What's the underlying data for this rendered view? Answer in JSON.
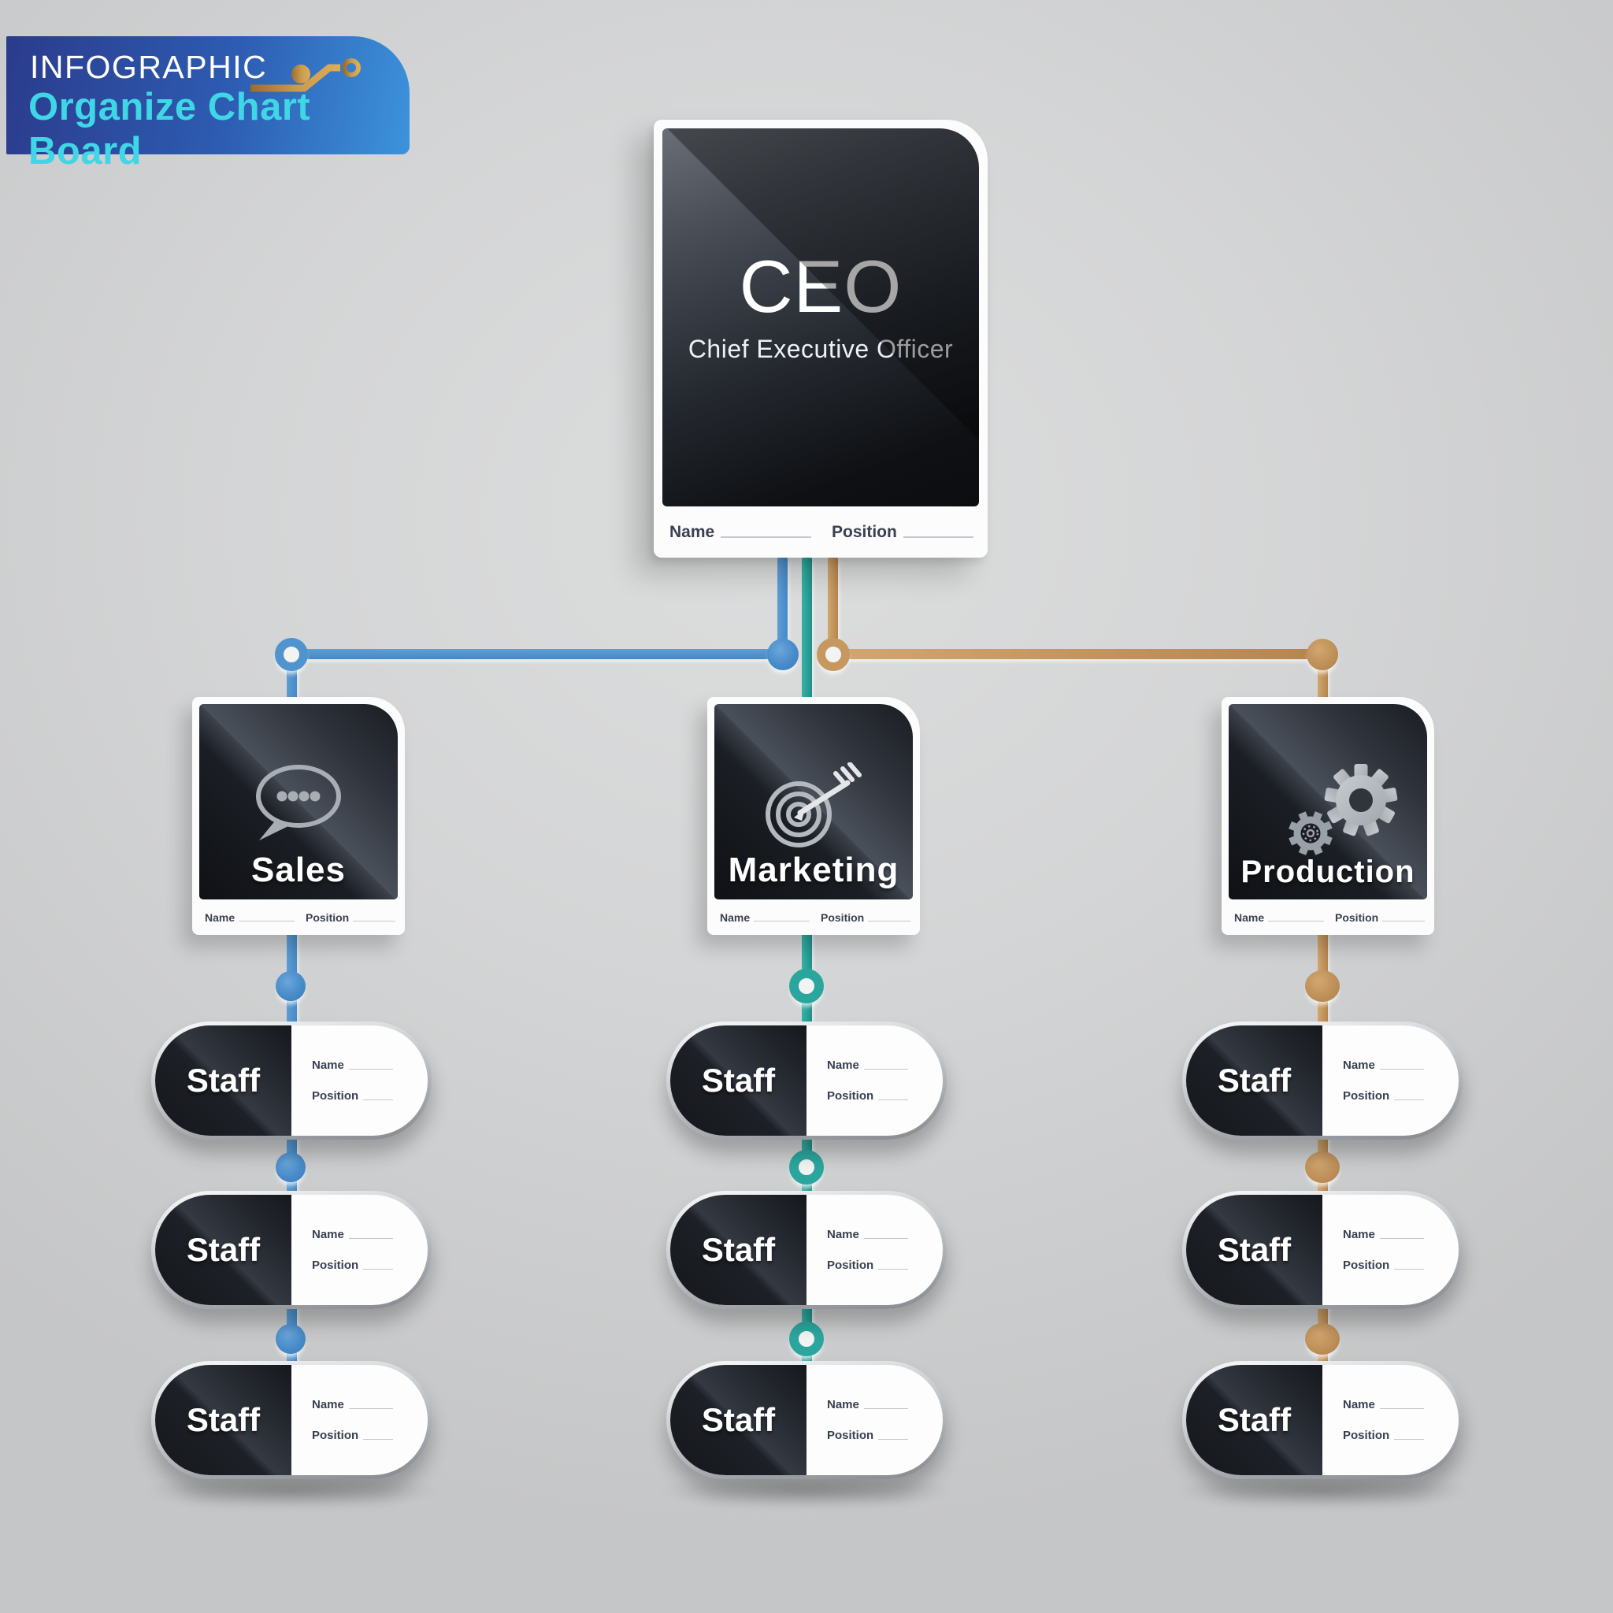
{
  "header_badge": {
    "title": "INFOGRAPHIC",
    "subtitle": "Organize Chart Board"
  },
  "ceo_card": {
    "title": "CEO",
    "subtitle": "Chief Executive Officer",
    "name_label": "Name",
    "position_label": "Position"
  },
  "branches": [
    {
      "label": "Sales",
      "icon": "chat-bubble-icon",
      "connector_color": "#4f93cf",
      "node_style": "filled-circle",
      "name_label": "Name",
      "position_label": "Position",
      "staff": [
        {
          "label": "Staff",
          "name_label": "Name",
          "position_label": "Position"
        },
        {
          "label": "Staff",
          "name_label": "Name",
          "position_label": "Position"
        },
        {
          "label": "Staff",
          "name_label": "Name",
          "position_label": "Position"
        }
      ]
    },
    {
      "label": "Marketing",
      "icon": "target-dart-icon",
      "connector_color": "#2ba69e",
      "node_style": "open-ring",
      "name_label": "Name",
      "position_label": "Position",
      "staff": [
        {
          "label": "Staff",
          "name_label": "Name",
          "position_label": "Position"
        },
        {
          "label": "Staff",
          "name_label": "Name",
          "position_label": "Position"
        },
        {
          "label": "Staff",
          "name_label": "Name",
          "position_label": "Position"
        }
      ]
    },
    {
      "label": "Production",
      "icon": "gears-icon",
      "connector_color": "#c6985f",
      "node_style": "filled-circle",
      "name_label": "Name",
      "position_label": "Position",
      "staff": [
        {
          "label": "Staff",
          "name_label": "Name",
          "position_label": "Position"
        },
        {
          "label": "Staff",
          "name_label": "Name",
          "position_label": "Position"
        },
        {
          "label": "Staff",
          "name_label": "Name",
          "position_label": "Position"
        }
      ]
    }
  ],
  "colors": {
    "badge_gradient_start": "#2b3b8c",
    "badge_gradient_end": "#3c93dc",
    "badge_subtitle_cyan": "#3fd6e6",
    "circuit_gold": "#c9953f",
    "sales_blue": "#4f93cf",
    "marketing_teal": "#2ba69e",
    "production_tan": "#c6985f",
    "panel_dark": "#1a1d22",
    "card_white": "#fcfcfd",
    "field_label_navy": "#39404f",
    "background_gray": "#d0d1d2"
  }
}
